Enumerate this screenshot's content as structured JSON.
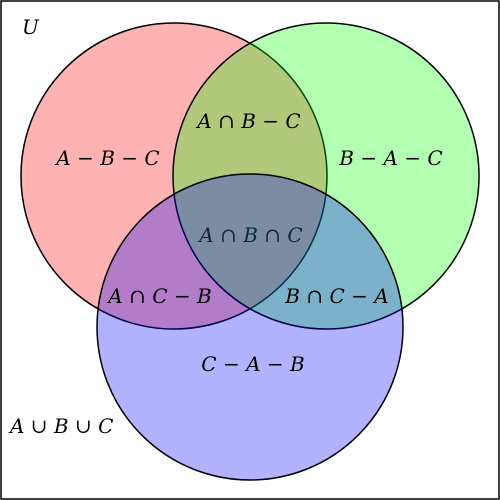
{
  "universe_label": "U",
  "sets": [
    {
      "name": "A",
      "color": "#ff0000",
      "opacity": 0.3
    },
    {
      "name": "B",
      "color": "#00ff00",
      "opacity": 0.3
    },
    {
      "name": "C",
      "color": "#0000ff",
      "opacity": 0.3
    }
  ],
  "regions": {
    "a_only": "A − B − C",
    "b_only": "B − A − C",
    "ab_only": "A ∩ B − C",
    "abc": "A ∩ B ∩ C",
    "ac_only": "A ∩ C − B",
    "bc_only": "B ∩ C − A",
    "c_only": "C − A − B"
  },
  "union_label": "A ∪ B ∪ C"
}
